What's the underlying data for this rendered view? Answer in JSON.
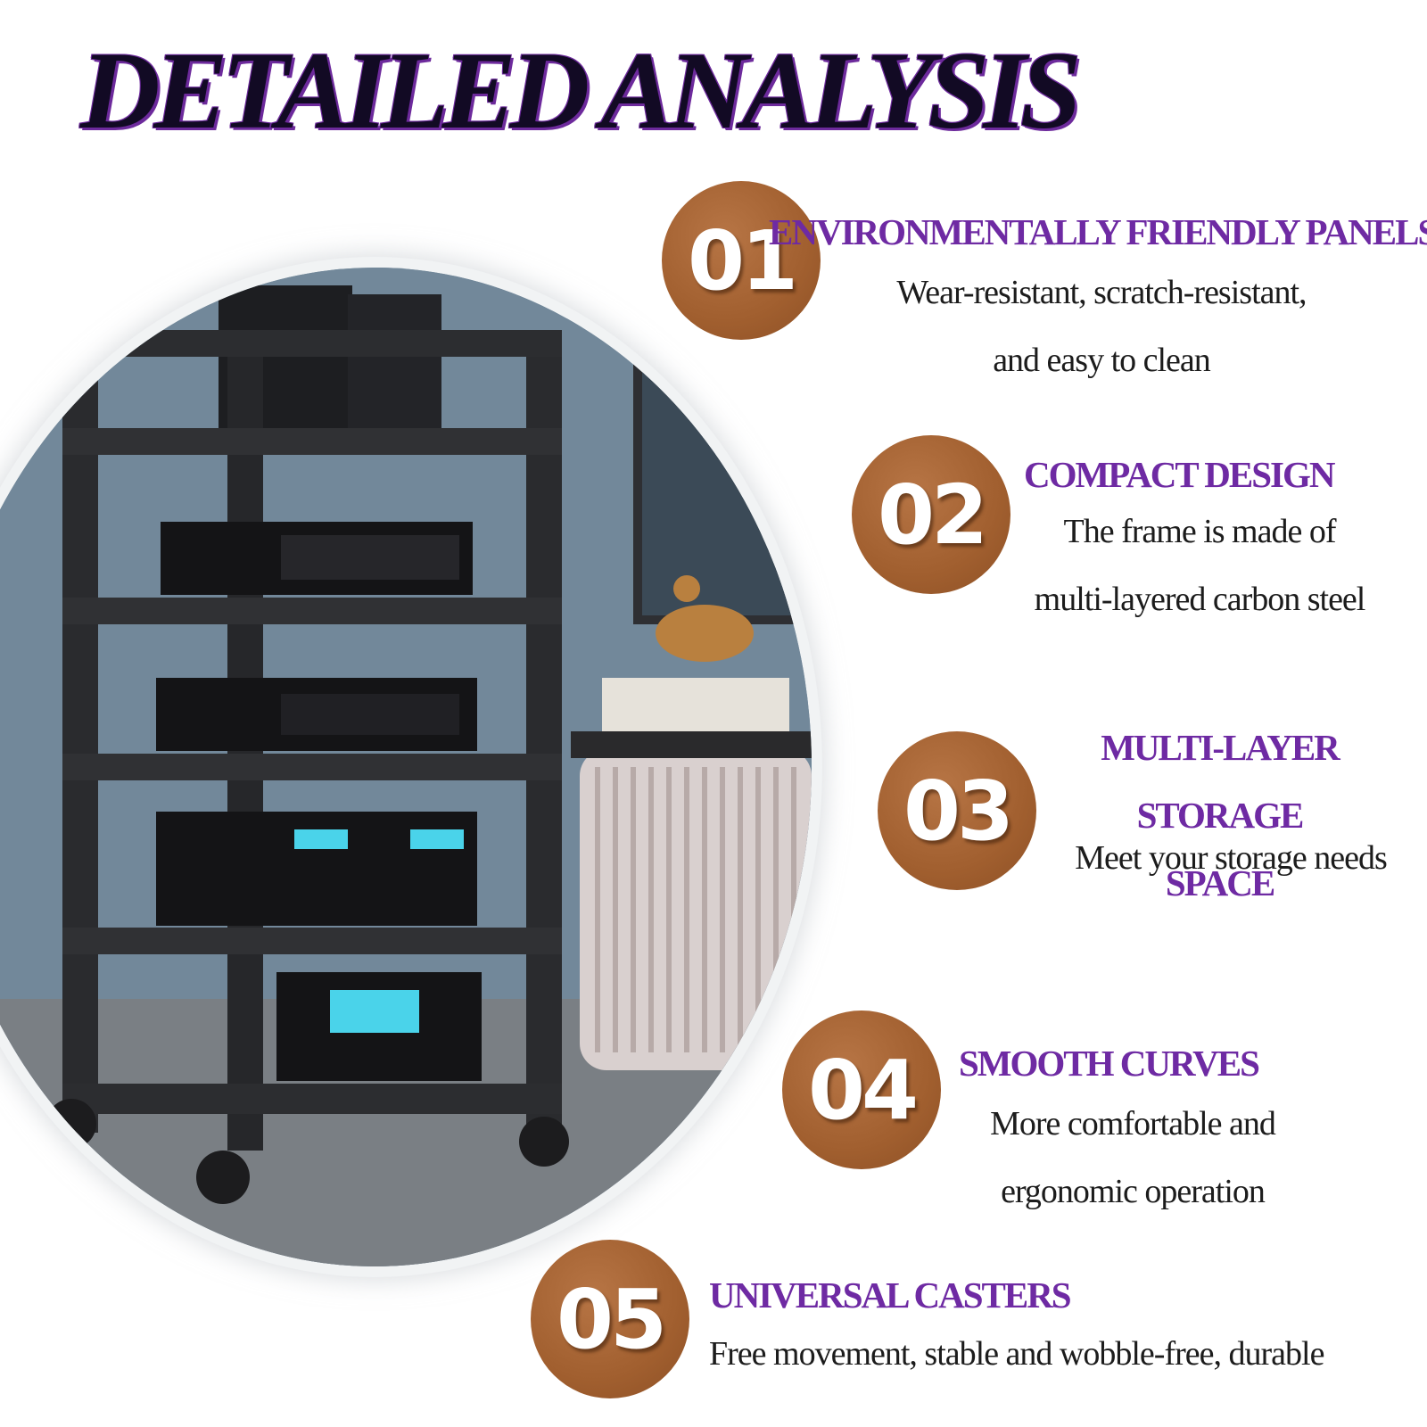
{
  "title": "DETAILED ANALYSIS",
  "colors": {
    "accent": "#6e2aa3",
    "badge": "#a15f2f",
    "title_fill": "#120a24"
  },
  "features": [
    {
      "number": "01",
      "title": "ENVIRONMENTALLY FRIENDLY PANELS",
      "desc": "Wear-resistant, scratch-resistant,\nand easy to clean"
    },
    {
      "number": "02",
      "title": "COMPACT DESIGN",
      "desc": "The frame is made of\nmulti-layered carbon steel"
    },
    {
      "number": "03",
      "title": "MULTI-LAYER STORAGE\nSPACE",
      "desc": "Meet your storage needs"
    },
    {
      "number": "04",
      "title": "SMOOTH CURVES",
      "desc": "More comfortable and\nergonomic operation"
    },
    {
      "number": "05",
      "title": "UNIVERSAL CASTERS",
      "desc": "Free movement, stable and wobble-free, durable"
    }
  ]
}
